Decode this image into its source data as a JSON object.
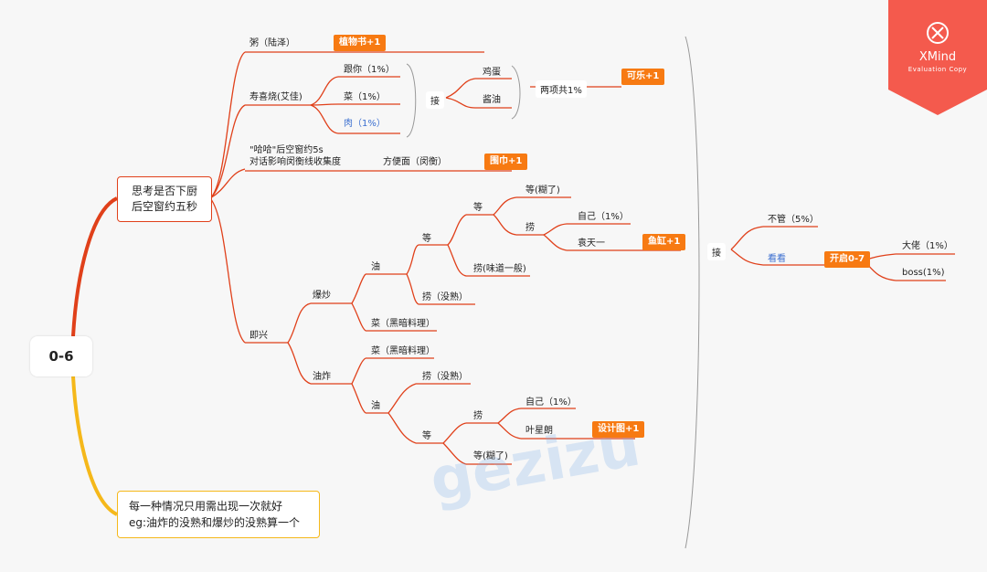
{
  "root": "0-6",
  "topic_main": {
    "line1": "思考是否下厨",
    "line2": "后空窗约五秒"
  },
  "topic_note": {
    "line1": "每一种情况只用需出现一次就好",
    "line2": "eg:油炸的没熟和爆炒的没熟算一个"
  },
  "branches": {
    "zhou": {
      "label": "粥（陆泽）",
      "badge": "植物书+1"
    },
    "sukiyaki": {
      "label": "寿喜烧(艾佳)",
      "items": [
        "跟你（1%）",
        "菜（1%）",
        "肉（1%）"
      ],
      "join": "接",
      "sub": [
        "鸡蛋",
        "酱油"
      ],
      "combined": "两项共1%",
      "badge": "可乐+1"
    },
    "haha": {
      "line1": "\"哈哈\"后空窗约5s",
      "line2": "对话影响闵衡线收集度",
      "noodle": "方便面（闵衡）",
      "badge": "围巾+1"
    },
    "impromptu": {
      "label": "即兴",
      "stirfry": {
        "label": "爆炒",
        "oil": "油",
        "wait": "等",
        "wait2": "等",
        "wait_burnt": "等(糊了)",
        "scoop": "捞",
        "self": "自己（1%）",
        "yuan": "袁天一",
        "badge": "鱼缸+1",
        "scoop_bland": "捞(味道一般)",
        "scoop_raw": "捞（没熟）",
        "veg_dark": "菜（黑暗料理）"
      },
      "deepfry": {
        "label": "油炸",
        "veg_dark": "菜（黑暗料理）",
        "oil": "油",
        "scoop_raw": "捞（没熟）",
        "wait": "等",
        "scoop": "捞",
        "self": "自己（1%）",
        "ye": "叶星朗",
        "badge": "设计图+1",
        "wait_burnt": "等(糊了)"
      }
    }
  },
  "right": {
    "join": "接",
    "ignore": "不管（5%）",
    "look": "看看",
    "open": "开启0-7",
    "boss_big": "大佬（1%）",
    "boss": "boss(1%)"
  },
  "xmind": {
    "title": "XMind",
    "subtitle": "Evaluation Copy",
    "icon": "xmind-logo-icon"
  },
  "watermark": {
    "text": "gezizu"
  },
  "colors": {
    "red": "#e0401a",
    "yellow": "#f5b81a",
    "orange": "#f77a12"
  }
}
